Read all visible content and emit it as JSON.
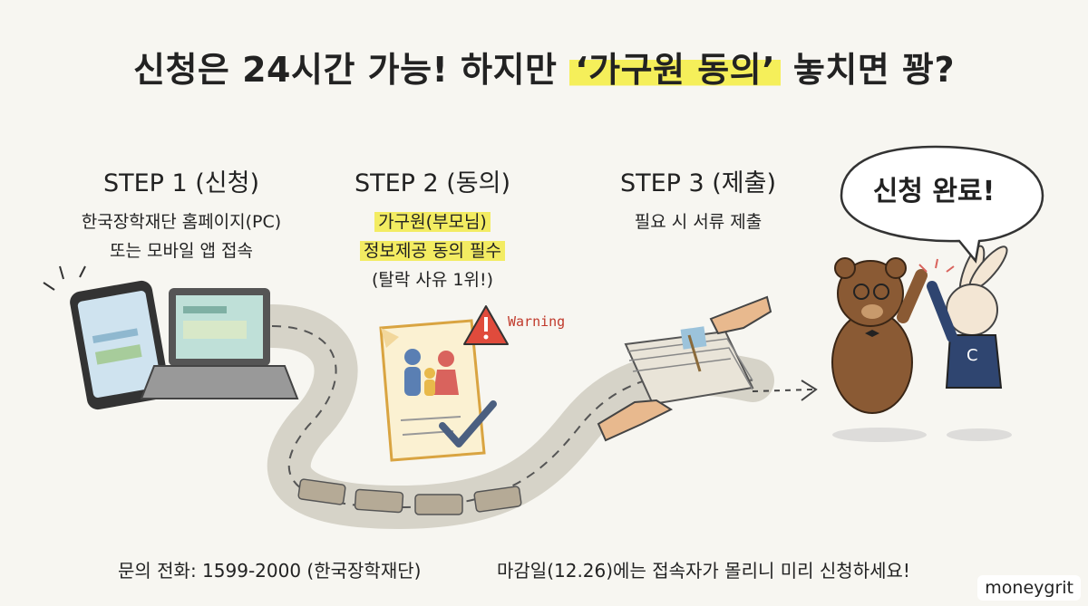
{
  "title": {
    "prefix": "신청은 24시간 가능! 하지만 ",
    "highlight": "‘가구원 동의’",
    "suffix": " 놓치면 꽝?"
  },
  "step1": {
    "heading": "STEP 1 (신청)",
    "line1": "한국장학재단 홈페이지(PC)",
    "line2": "또는 모바일 앱 접속"
  },
  "step2": {
    "heading": "STEP 2 (동의)",
    "line1": "가구원(부모님)",
    "line2": "정보제공 동의 필수",
    "line3": "(탈락 사유 1위!)"
  },
  "step3": {
    "heading": "STEP 3 (제출)",
    "line1": "필요 시 서류 제출"
  },
  "warning_label": "Warning",
  "bubble": "신청 완료!",
  "footer": {
    "phone": "문의 전화: 1599-2000 (한국장학재단)",
    "note": "마감일(12.26)에는 접속자가 몰리니 미리 신청하세요!"
  },
  "brand": "moneygrit",
  "colors": {
    "highlight": "#f3ec62",
    "warning": "#c0392b",
    "background": "#f7f6f1"
  },
  "icons": [
    "phone-icon",
    "laptop-icon",
    "document-icon",
    "family-icon",
    "checkmark-icon",
    "warning-icon",
    "paper-stack-icon",
    "hands-icon",
    "arrow-icon",
    "bear-icon",
    "rabbit-icon",
    "speech-bubble-icon",
    "road-icon"
  ]
}
